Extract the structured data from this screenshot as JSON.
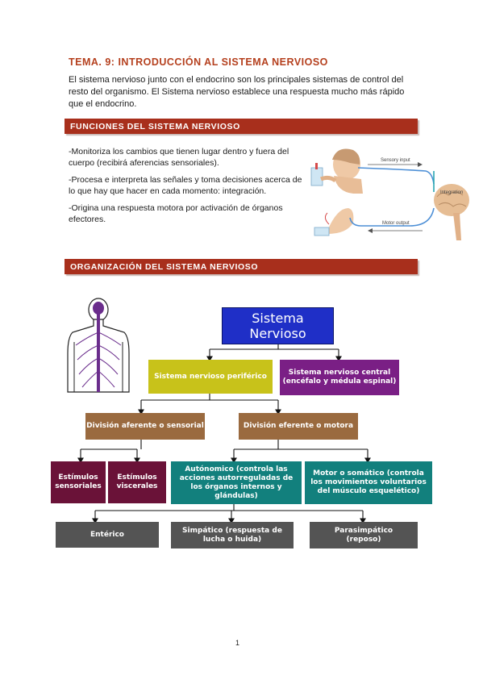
{
  "title": "TEMA. 9: INTRODUCCIÓN AL SISTEMA NERVIOSO",
  "intro": "El sistema nervioso junto con el endocrino son los principales sistemas de control del resto del organismo. El Sistema nervioso establece una respuesta mucho más rápido que el endocrino.",
  "section1": {
    "heading": "FUNCIONES DEL SISTEMA NERVIOSO",
    "items": [
      "-Monitoriza los cambios que tienen lugar dentro y fuera del cuerpo (recibirá aferencias sensoriales).",
      "-Procesa e interpreta las señales y toma decisiones acerca de lo que hay que hacer en cada momento: integración.",
      "-Origina una respuesta motora por activación de órganos efectores."
    ],
    "illustration": {
      "sensory": "Sensory input",
      "integration": "Integration",
      "motor": "Motor output"
    }
  },
  "section2": {
    "heading": "ORGANIZACIÓN DEL SISTEMA NERVIOSO",
    "tree": {
      "root": "Sistema Nervioso",
      "peripheral": "Sistema nervioso periférico",
      "central": "Sistema nervioso central (encéfalo y médula espinal)",
      "afferent": "División aferente o sensorial",
      "efferent": "División eferente o motora",
      "sensory_stimuli": "Estímulos sensoriales",
      "visceral_stimuli": "Estímulos viscerales",
      "autonomic": "Autónomico (controla las acciones autorreguladas de los órganos internos y glándulas)",
      "somatic": "Motor o somático (controla los movimientos voluntarios del músculo esquelético)",
      "enteric": "Entérico",
      "sympathetic": "Simpático (respuesta de lucha o huida)",
      "parasympathetic": "Parasimpático (reposo)"
    },
    "colors": {
      "root": "#1f2fc7",
      "peripheral": "#c8c21a",
      "central": "#7a1f85",
      "division": "#9a6a3f",
      "stimuli": "#6a1238",
      "motor": "#12807d",
      "leaf": "#545454"
    }
  },
  "page_number": "1"
}
